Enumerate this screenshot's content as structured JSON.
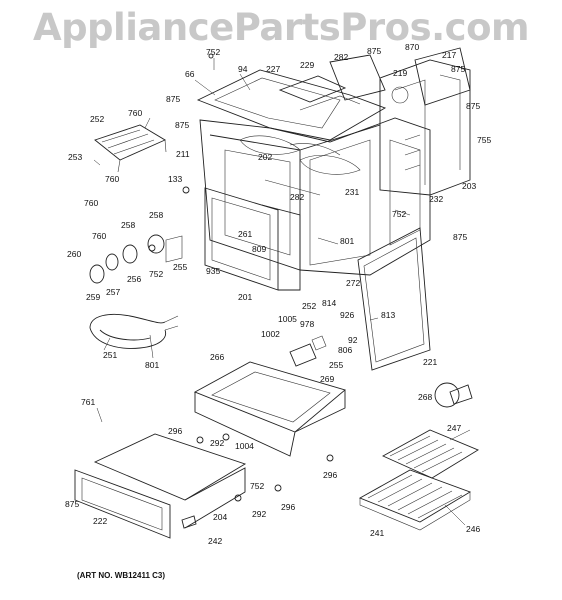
{
  "watermark": "AppliancePartsPros.com",
  "art_number": "(ART NO. WB12411 C3)",
  "labels": {
    "l752a": "752",
    "l875a": "875",
    "l870": "870",
    "l217": "217",
    "l875b": "875",
    "l66": "66",
    "l94": "94",
    "l227": "227",
    "l229": "229",
    "l282a": "282",
    "l219": "219",
    "l875c": "875",
    "l760a": "760",
    "l252a": "252",
    "l875d": "875",
    "l875e": "875",
    "l755": "755",
    "l211": "211",
    "l253": "253",
    "l760b": "760",
    "l133": "133",
    "l202": "202",
    "l203": "203",
    "l231": "231",
    "l760c": "760",
    "l232": "232",
    "l282b": "282",
    "l752b": "752",
    "l875f": "875",
    "l258a": "258",
    "l258b": "258",
    "l760d": "760",
    "l261": "261",
    "l801a": "801",
    "l809": "809",
    "l260": "260",
    "l256": "256",
    "l752c": "752",
    "l255a": "255",
    "l935": "935",
    "l272": "272",
    "l259": "259",
    "l257": "257",
    "l201": "201",
    "l1005": "1005",
    "l252b": "252",
    "l814": "814",
    "l926": "926",
    "l813": "813",
    "l978": "978",
    "l92": "92",
    "l1002": "1002",
    "l806": "806",
    "l251": "251",
    "l801b": "801",
    "l255b": "255",
    "l221": "221",
    "l266": "266",
    "l269": "269",
    "l268": "268",
    "l761": "761",
    "l247": "247",
    "l296a": "296",
    "l292a": "292",
    "l1004": "1004",
    "l296b": "296",
    "l752d": "752",
    "l292b": "292",
    "l296c": "296",
    "l875g": "875",
    "l222": "222",
    "l204": "204",
    "l241": "241",
    "l246": "246",
    "l242": "242"
  }
}
